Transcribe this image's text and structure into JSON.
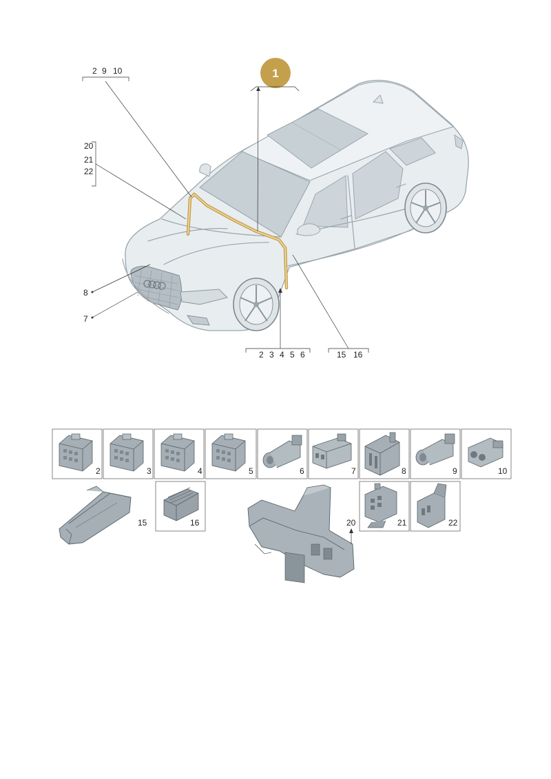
{
  "diagram": {
    "badge": "1",
    "callouts": {
      "top_left": [
        "2",
        "9",
        "10"
      ],
      "left_stack": [
        "20",
        "21",
        "22"
      ],
      "left_8": "8",
      "left_7": "7",
      "bottom_mid": [
        "2",
        "3",
        "4",
        "5",
        "6"
      ],
      "bottom_right": [
        "15",
        "16"
      ]
    },
    "colors": {
      "harness": "#c9a14a",
      "badge": "#c5a04c",
      "car_body": "#e8edf0",
      "car_outline": "#9aa6ad",
      "glass": "#c7d0d5",
      "part": "#8b959b"
    },
    "parts": [
      {
        "number": "2",
        "icon": "connector-housing-icon"
      },
      {
        "number": "3",
        "icon": "connector-housing-icon"
      },
      {
        "number": "4",
        "icon": "connector-housing-icon"
      },
      {
        "number": "5",
        "icon": "connector-housing-icon"
      },
      {
        "number": "6",
        "icon": "round-plug-icon"
      },
      {
        "number": "7",
        "icon": "flat-plug-icon"
      },
      {
        "number": "8",
        "icon": "multi-pin-connector-icon"
      },
      {
        "number": "9",
        "icon": "round-plug-icon"
      },
      {
        "number": "10",
        "icon": "double-socket-icon"
      },
      {
        "number": "15",
        "icon": "bracket-holder-icon"
      },
      {
        "number": "16",
        "icon": "pin-block-icon"
      },
      {
        "number": "20",
        "icon": "fuse-box-holder-icon"
      },
      {
        "number": "21",
        "icon": "relay-socket-icon"
      },
      {
        "number": "22",
        "icon": "clip-connector-icon"
      }
    ]
  }
}
